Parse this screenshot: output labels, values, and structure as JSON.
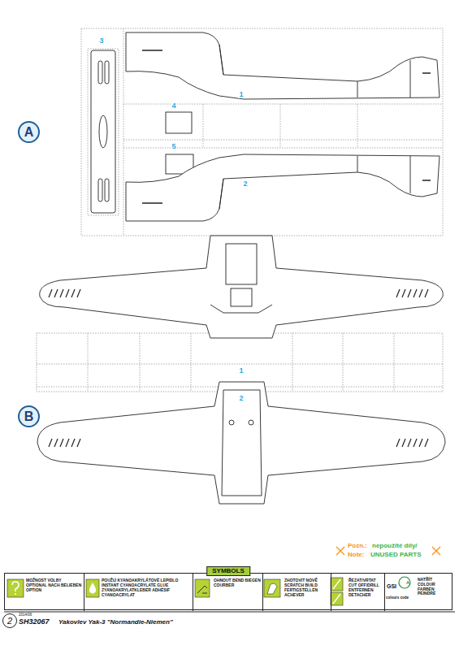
{
  "diagram": {
    "nodes": [
      {
        "text": [
          "A"
        ]
      },
      {
        "text": [
          "B"
        ]
      },
      {
        "text": [
          "SYMBOLS"
        ]
      },
      {
        "text": [
          "MOŽNOST VOLBY OPTIONAL NACH BELIEBEN OPTION"
        ],
        "in": 2
      },
      {
        "text": [
          "POUŽIJ KYANOAKRYLÁTOVÉ LEPIDLO INSTANT CYANOACRYLATE GLUE ZYANOAKRYLATKLEBER ADHÉSIF CYANOACRYLAT"
        ],
        "in": 2
      },
      {
        "text": [
          "OHNOUT BEND BIEGEN COURBER"
        ],
        "in": 2
      },
      {
        "text": [
          "ZHOTOVIT NOVĚ SCRATCH BUILD FERTIGSTELLEN ACHEVER"
        ],
        "in": 2
      },
      {
        "text": [
          "ŘEZAT/VRTAT CUT OFF/DRILL ENTFERNEN DETACHER"
        ],
        "in": 2
      },
      {
        "text": [
          "GSI",
          "A",
          "colours code",
          "NATŘÍT COLOUR FARBEN PEINDRE"
        ],
        "in": 2
      },
      {
        "text": [
          "2"
        ]
      }
    ],
    "labels": [
      "3",
      "4",
      "1",
      "5",
      "2",
      "1",
      "2",
      "Pozn.:",
      "nepoužité díly/",
      "Note:",
      "UNUSED PARTS",
      "2014/06",
      "SH32067",
      "Yakovlev Yak-3 \"Normandie-Niemen\""
    ]
  }
}
